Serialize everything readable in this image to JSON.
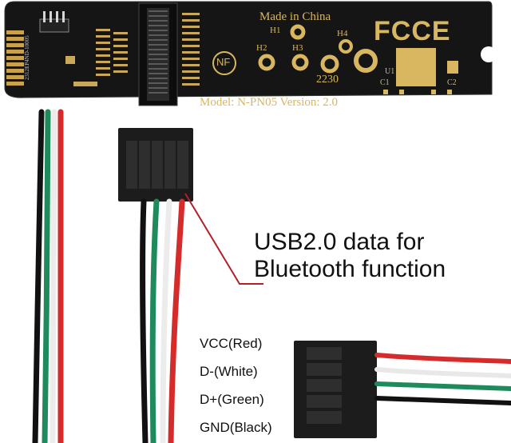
{
  "board": {
    "made_in": "Made in China",
    "holes": [
      "H1",
      "H2",
      "H3",
      "H4"
    ],
    "size_code": "2230",
    "nf_mark": "NF",
    "fcc_ce_mark": "FCCE",
    "component_labels": [
      "U1",
      "C1",
      "C2"
    ],
    "model_text": "Model: N-PN05 Version: 2.0",
    "serial_text": "2312EP4ND-10005"
  },
  "callout": {
    "line1": "USB2.0 data for",
    "line2": "Bluetooth function"
  },
  "pinout": [
    {
      "label": "VCC(Red)",
      "color": "#d62b2b"
    },
    {
      "label": "D-(White)",
      "color": "#f2f2f2"
    },
    {
      "label": "D+(Green)",
      "color": "#1f8a5c"
    },
    {
      "label": "GND(Black)",
      "color": "#1a1a1a"
    }
  ],
  "colors": {
    "pcb": "#151515",
    "gold": "#d9b760",
    "connector": "#1c1c1c",
    "callout_line": "#b3202a"
  }
}
